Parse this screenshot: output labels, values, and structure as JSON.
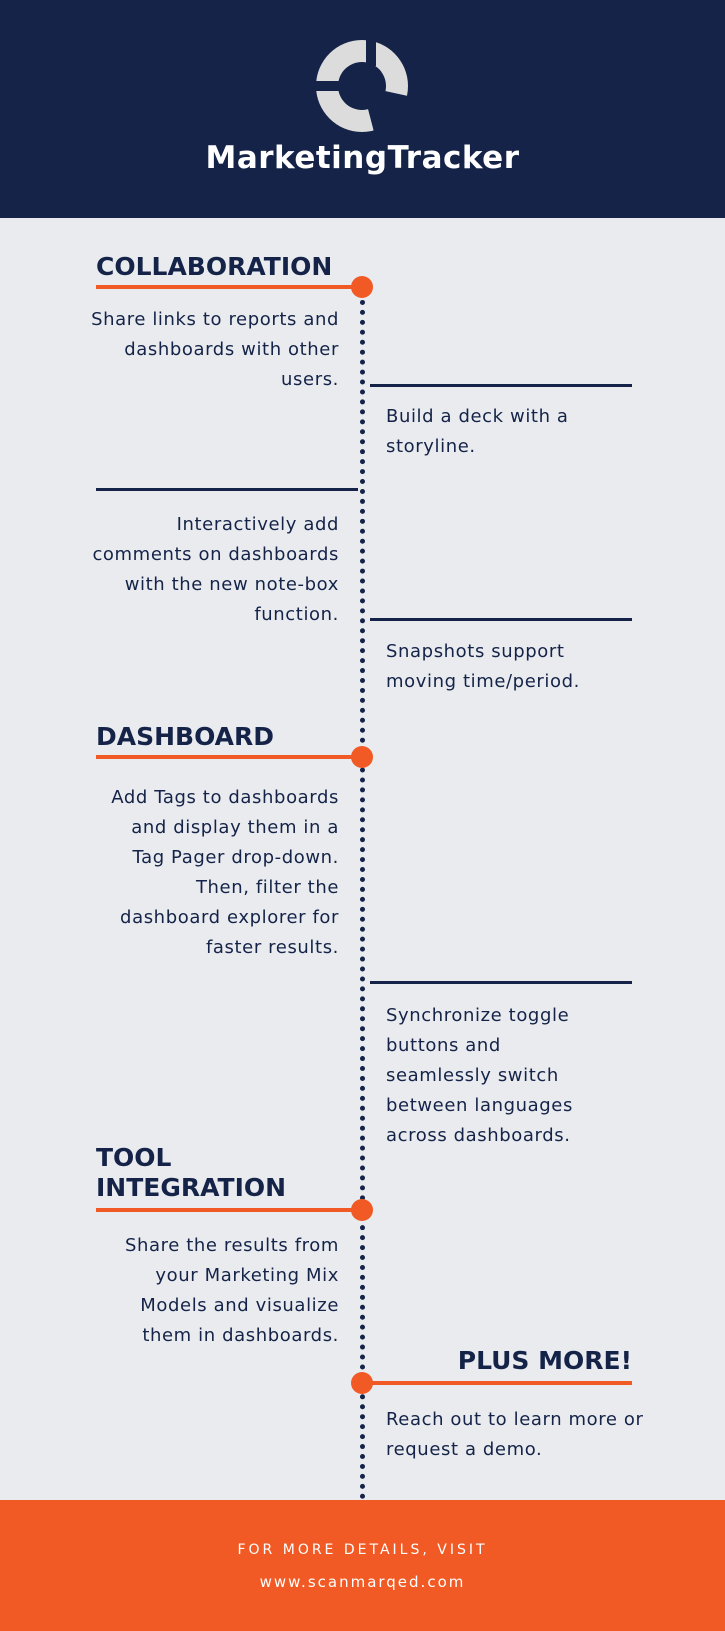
{
  "header": {
    "brand": "MarketingTracker",
    "logo_icon": "circular-q-logo-icon"
  },
  "colors": {
    "navy": "#142347",
    "orange": "#f15a24",
    "background": "#e9ebef"
  },
  "sections": {
    "collaboration": {
      "title": "COLLABORATION",
      "items": [
        "Share links to reports and dashboards with other users.",
        "Build a deck with a storyline.",
        "Interactively add comments on dashboards with the new note-box function.",
        "Snapshots support moving time/period."
      ]
    },
    "dashboard": {
      "title": "DASHBOARD",
      "items": [
        "Add Tags to dashboards and display them in a Tag Pager drop-down.  Then, filter the dashboard explorer for faster results.",
        "Synchronize toggle buttons and seamlessly switch between languages across dashboards."
      ]
    },
    "tool_integration": {
      "title_line1": "TOOL",
      "title_line2": "INTEGRATION",
      "items": [
        "Share the results from your Marketing Mix Models and visualize them in dashboards."
      ]
    },
    "plus_more": {
      "title": "PLUS MORE!",
      "items": [
        "Reach out to learn more or request a demo."
      ]
    }
  },
  "footer": {
    "line1": "FOR MORE DETAILS, VISIT",
    "line2": "www.scanmarqed.com"
  }
}
